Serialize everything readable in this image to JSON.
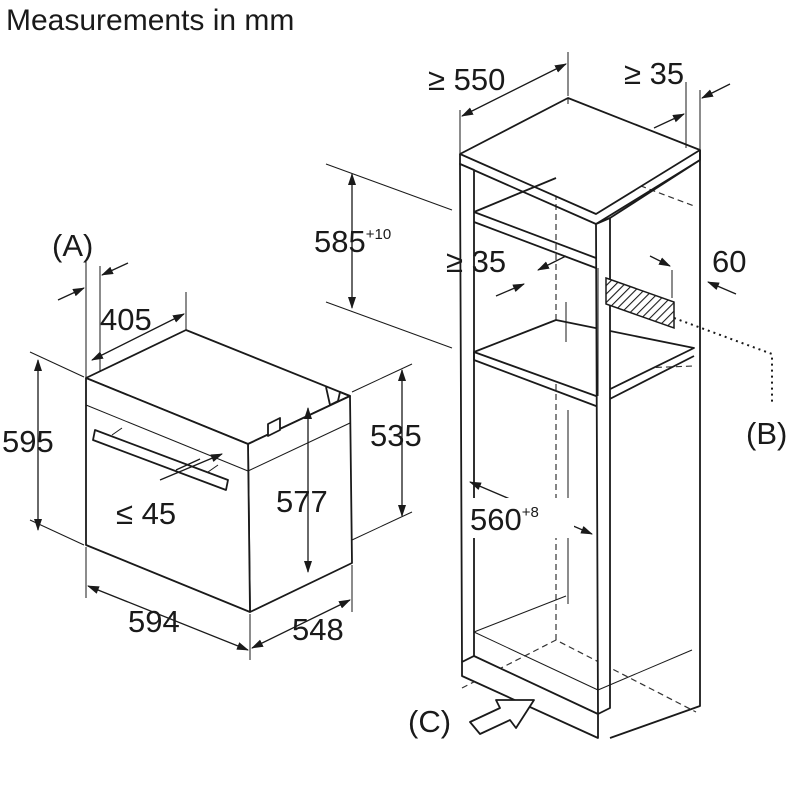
{
  "heading": "Measurements in mm",
  "labels": {
    "a": "(A)",
    "b": "(B)",
    "c": "(C)"
  },
  "oven": {
    "depth_top": "405",
    "height": "595",
    "height_front": "577",
    "depth_side_height": "535",
    "handle_gap": "≤ 45",
    "width": "594",
    "depth": "548"
  },
  "cabinet": {
    "depth_min": "≥ 550",
    "rear_gap": "≥ 35",
    "niche_height": "585",
    "niche_height_tol": "+10",
    "vent_gap": "≥ 35",
    "vent_size": "60",
    "niche_width": "560",
    "niche_width_tol": "+8"
  }
}
